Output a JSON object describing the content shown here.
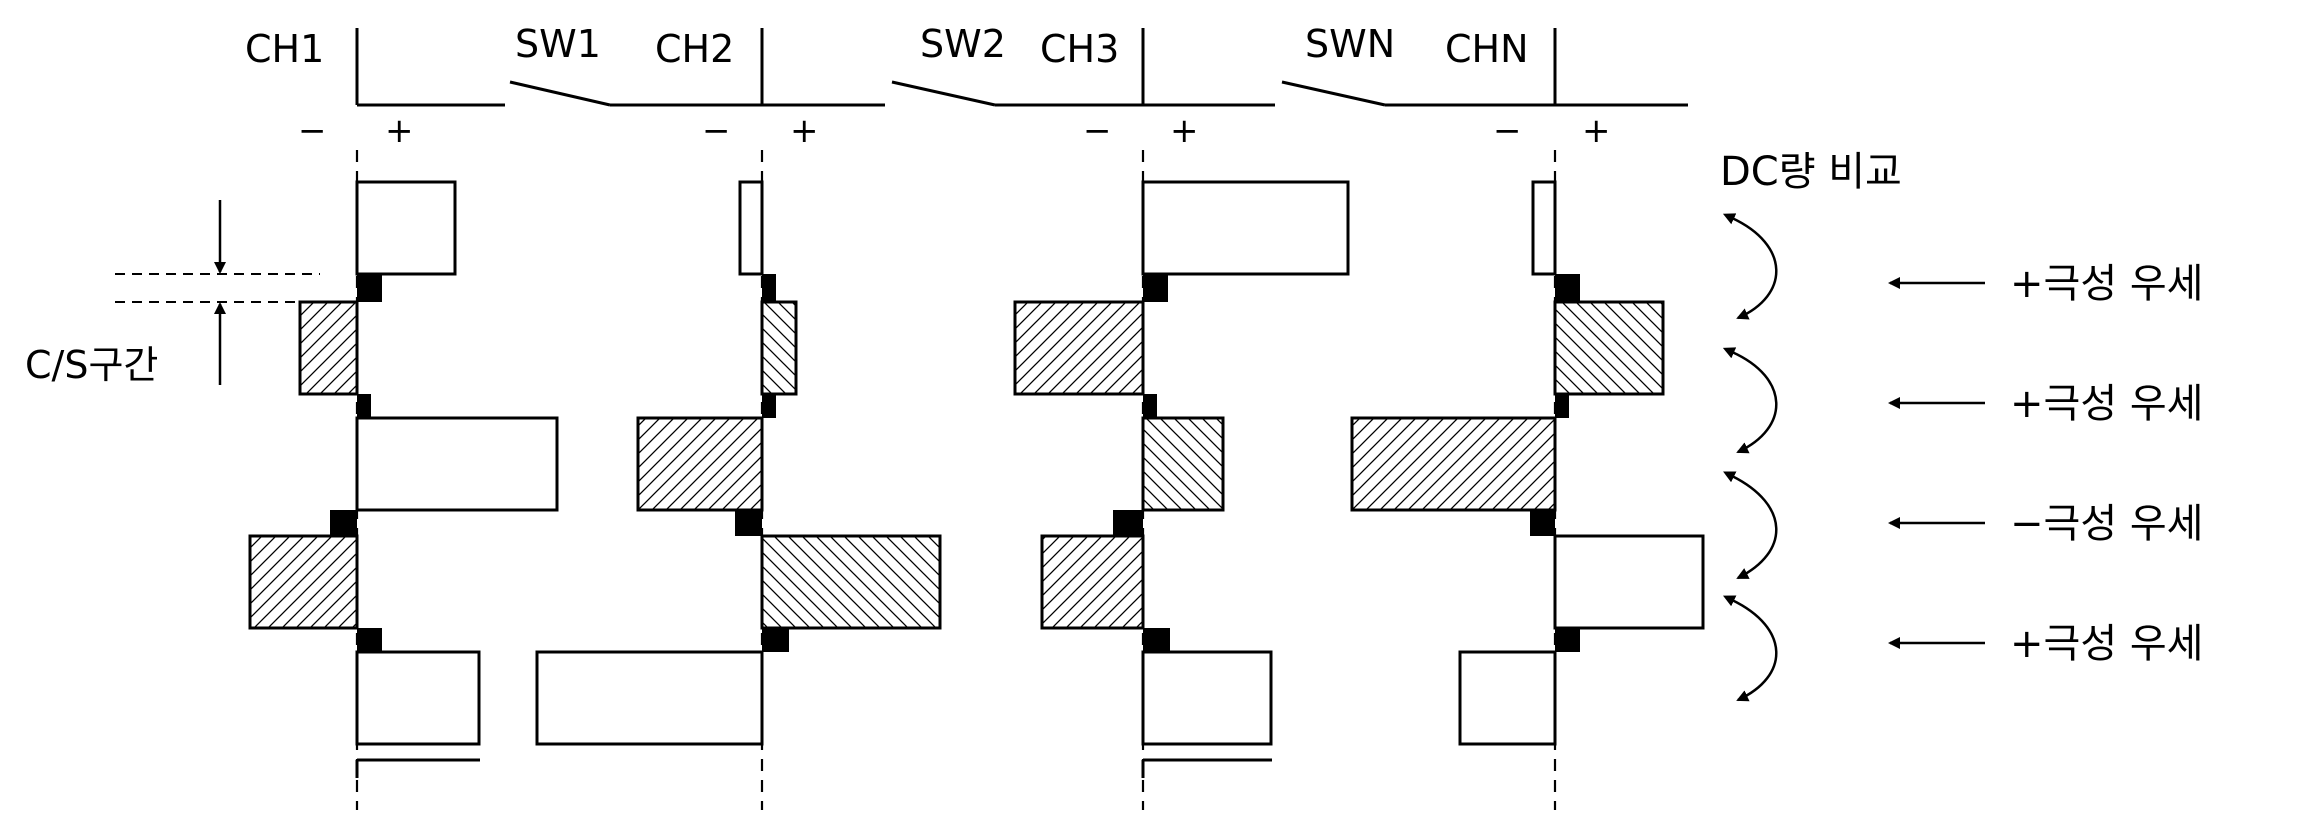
{
  "channels": [
    {
      "label": "CH1",
      "minus": "−",
      "plus": "+"
    },
    {
      "label": "CH2",
      "minus": "−",
      "plus": "+"
    },
    {
      "label": "CH3",
      "minus": "−",
      "plus": "+"
    },
    {
      "label": "CHN",
      "minus": "−",
      "plus": "+"
    }
  ],
  "switches": [
    {
      "label": "SW1"
    },
    {
      "label": "SW2"
    },
    {
      "label": "SWN"
    }
  ],
  "cs_label": "C/S구간",
  "compare_label": "DC량 비교",
  "rows": [
    {
      "label": "+극성 우세"
    },
    {
      "label": "+극성 우세"
    },
    {
      "label": "−극성 우세"
    },
    {
      "label": "+극성 우세"
    }
  ]
}
